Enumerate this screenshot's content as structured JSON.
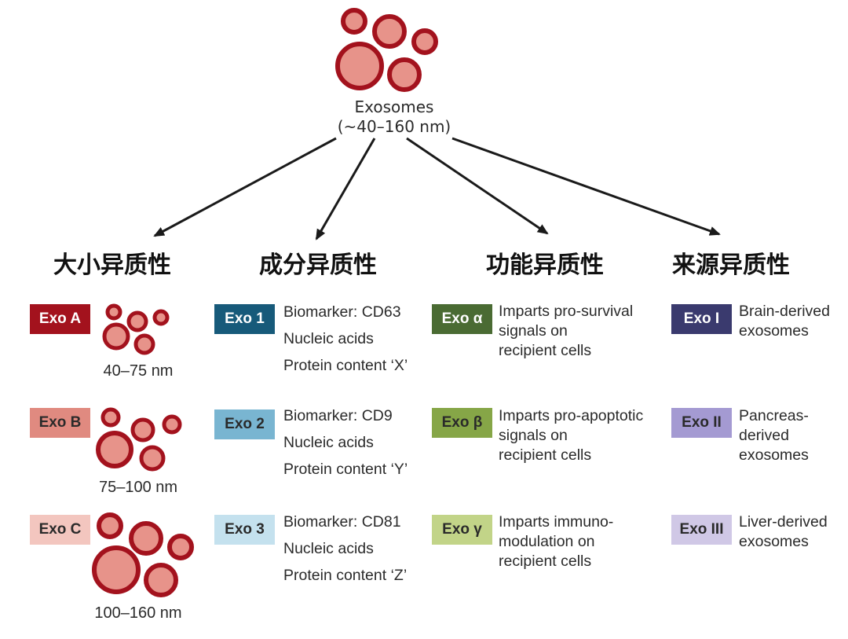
{
  "top": {
    "line1": "Exosomes",
    "line2": "(~40–160 nm)"
  },
  "colors": {
    "vesicle_fill": "#e7938a",
    "vesicle_stroke": "#a3121d",
    "arrow": "#1a1a1a"
  },
  "columns": [
    {
      "heading": "大小异质性",
      "items": [
        {
          "badge": "Exo A",
          "badge_bg": "#a3121d",
          "badge_fg": "#ffffff",
          "size": "40–75 nm"
        },
        {
          "badge": "Exo B",
          "badge_bg": "#e08a80",
          "badge_fg": "#2a2a2a",
          "size": "75–100 nm"
        },
        {
          "badge": "Exo C",
          "badge_bg": "#f3c6bf",
          "badge_fg": "#2a2a2a",
          "size": "100–160 nm"
        }
      ]
    },
    {
      "heading": "成分异质性",
      "items": [
        {
          "badge": "Exo 1",
          "badge_bg": "#175a7a",
          "badge_fg": "#ffffff",
          "lines": [
            "Biomarker: CD63",
            "Nucleic acids",
            "Protein content ‘X’"
          ]
        },
        {
          "badge": "Exo 2",
          "badge_bg": "#79b5d1",
          "badge_fg": "#2a2a2a",
          "lines": [
            "Biomarker: CD9",
            "Nucleic acids",
            "Protein content ‘Y’"
          ]
        },
        {
          "badge": "Exo 3",
          "badge_bg": "#c4e1ee",
          "badge_fg": "#2a2a2a",
          "lines": [
            "Biomarker: CD81",
            "Nucleic acids",
            "Protein content ‘Z’"
          ]
        }
      ]
    },
    {
      "heading": "功能异质性",
      "items": [
        {
          "badge": "Exo α",
          "badge_bg": "#4a6b33",
          "badge_fg": "#ffffff",
          "lines": [
            "Imparts pro-survival",
            "signals on",
            "recipient cells"
          ]
        },
        {
          "badge": "Exo β",
          "badge_bg": "#86a647",
          "badge_fg": "#2a2a2a",
          "lines": [
            "Imparts pro-apoptotic",
            "signals on",
            "recipient cells"
          ]
        },
        {
          "badge": "Exo γ",
          "badge_bg": "#c2d488",
          "badge_fg": "#2a2a2a",
          "lines": [
            "Imparts immuno-",
            "modulation on",
            "recipient cells"
          ]
        }
      ]
    },
    {
      "heading": "来源异质性",
      "items": [
        {
          "badge": "Exo I",
          "badge_bg": "#3a3a6e",
          "badge_fg": "#ffffff",
          "lines": [
            "Brain-derived",
            "exosomes"
          ]
        },
        {
          "badge": "Exo II",
          "badge_bg": "#a49ad2",
          "badge_fg": "#2a2a2a",
          "lines": [
            "Pancreas-",
            "derived",
            "exosomes"
          ]
        },
        {
          "badge": "Exo III",
          "badge_bg": "#d0c8e6",
          "badge_fg": "#2a2a2a",
          "lines": [
            "Liver-derived",
            "exosomes"
          ]
        }
      ]
    }
  ]
}
